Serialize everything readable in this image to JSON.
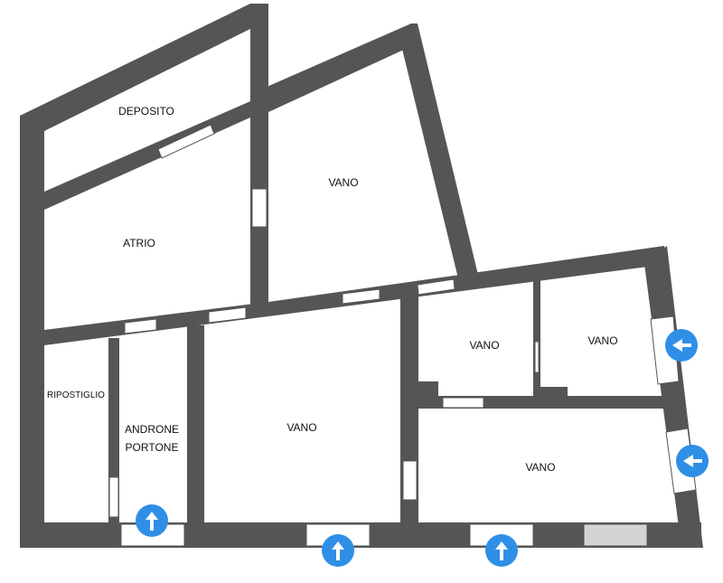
{
  "colors": {
    "wall": "#555555",
    "background": "#ffffff",
    "entrance_marker": "#2f8fe6",
    "sealed_opening": "#d4d4d4"
  },
  "rooms": {
    "deposito": "DEPOSITO",
    "atrio": "ATRIO",
    "vano_top": "VANO",
    "ripostiglio": "RIPOSTIGLIO",
    "androne_line1": "ANDRONE",
    "androne_line2": "PORTONE",
    "vano_center": "VANO",
    "vano_mid_left": "VANO",
    "vano_mid_right": "VANO",
    "vano_bottom_right": "VANO"
  },
  "entrance_markers": [
    {
      "room": "ANDRONE PORTONE",
      "direction": "up",
      "icon": "arrow-up-icon"
    },
    {
      "room": "VANO center",
      "direction": "up",
      "icon": "arrow-up-icon"
    },
    {
      "room": "VANO bottom right",
      "direction": "up",
      "icon": "arrow-up-icon"
    },
    {
      "room": "VANO mid right",
      "direction": "left",
      "icon": "arrow-left-icon"
    },
    {
      "room": "VANO bottom right",
      "direction": "left",
      "icon": "arrow-left-icon"
    }
  ]
}
